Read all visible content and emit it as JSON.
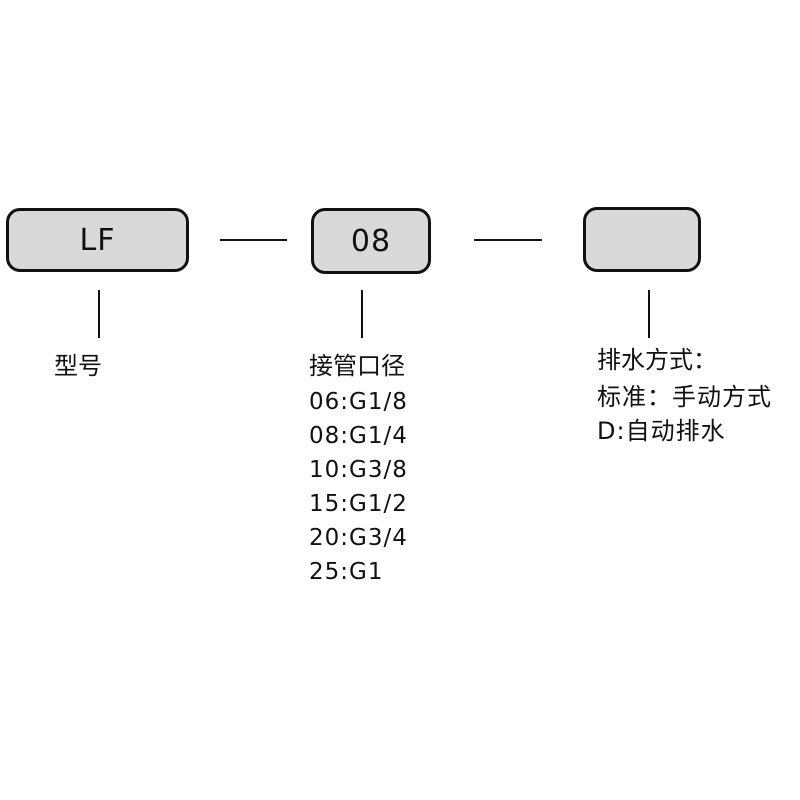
{
  "boxes": {
    "model": "LF",
    "port": "08",
    "drain": ""
  },
  "labels": {
    "model": "型号",
    "port": "接管口径",
    "drain": "排水方式："
  },
  "port_sizes": [
    "06:G1/8",
    "08:G1/4",
    "10:G3/8",
    "15:G1/2",
    "20:G3/4",
    "25:G1"
  ],
  "drain_options": [
    "标准：手动方式",
    "D:自动排水"
  ],
  "colors": {
    "box_fill": "#d9d9d9",
    "stroke": "#111111"
  }
}
